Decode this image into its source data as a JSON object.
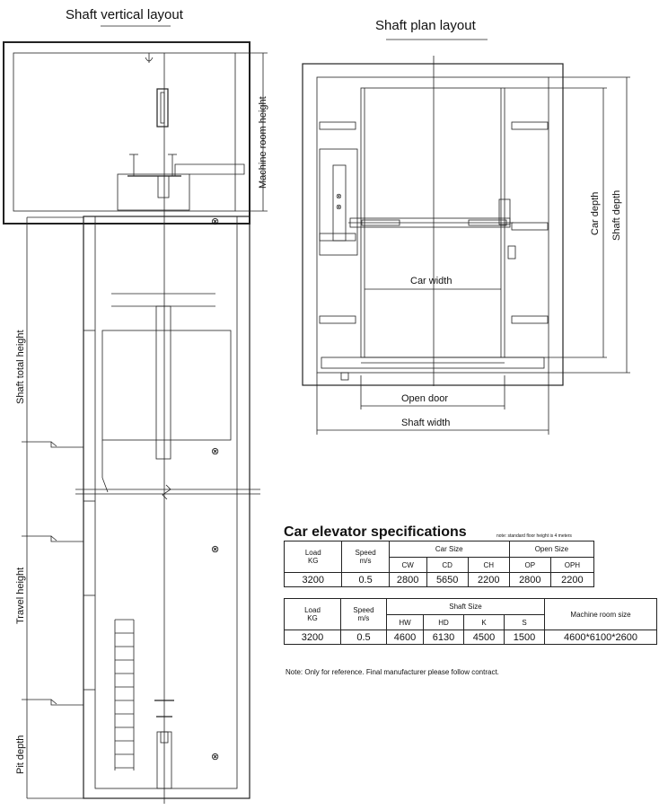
{
  "vertical_layout": {
    "title": "Shaft vertical layout",
    "labels": {
      "machine_room_height": "Machine room height",
      "shaft_total_height": "Shaft total height",
      "travel_height": "Travel height",
      "pit_depth": "Pit depth"
    }
  },
  "plan_layout": {
    "title": "Shaft plan layout",
    "labels": {
      "car_width": "Car width",
      "open_door": "Open door",
      "shaft_width": "Shaft width",
      "car_depth": "Car depth",
      "shaft_depth": "Shaft depth"
    }
  },
  "specs": {
    "title": "Car elevator specifications",
    "note_small": "note: standard floor height is 4 meters",
    "car_table": {
      "load": "Load",
      "load_unit": "KG",
      "speed": "Speed",
      "speed_unit": "m/s",
      "car_size": "Car Size",
      "open_size": "Open Size",
      "cw": "CW",
      "cd": "CD",
      "ch": "CH",
      "op": "OP",
      "oph": "OPH",
      "values": {
        "load": "3200",
        "speed": "0.5",
        "cw": "2800",
        "cd": "5650",
        "ch": "2200",
        "op": "2800",
        "oph": "2200"
      }
    },
    "shaft_table": {
      "load": "Load",
      "load_unit": "KG",
      "speed": "Speed",
      "speed_unit": "m/s",
      "shaft_size": "Shaft Size",
      "hw": "HW",
      "hd": "HD",
      "k": "K",
      "s": "S",
      "machine_room": "Machine room size",
      "values": {
        "load": "3200",
        "speed": "0.5",
        "hw": "4600",
        "hd": "6130",
        "k": "4500",
        "s": "1500",
        "machine_room": "4600*6100*2600"
      }
    },
    "footer_note": "Note: Only for reference. Final manufacturer please follow contract."
  }
}
